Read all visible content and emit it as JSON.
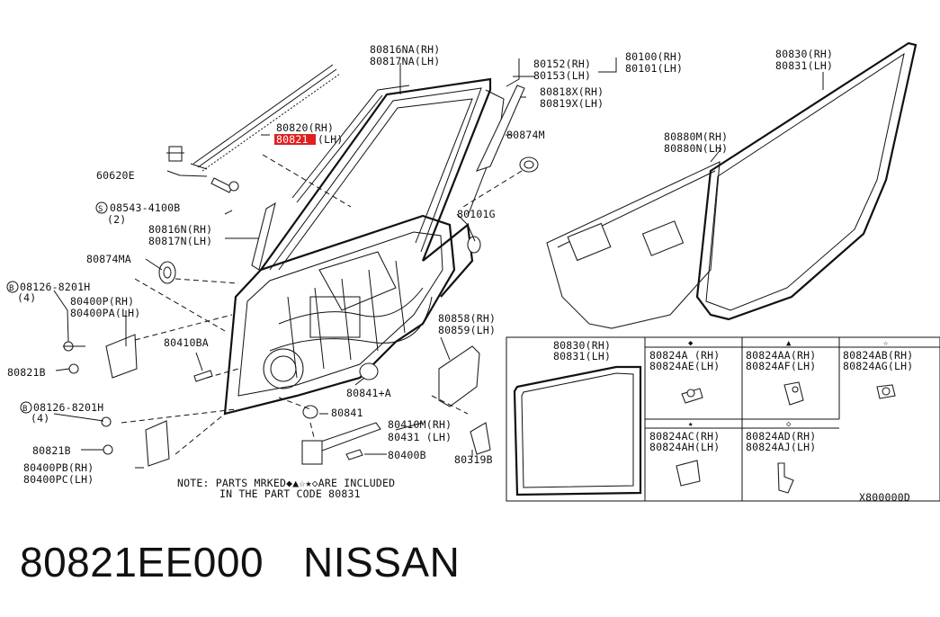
{
  "labels": {
    "l80816NA": "80816NA(RH)",
    "l80817NA": "80817NA(LH)",
    "l80152": "80152(RH)",
    "l80153": "80153(LH)",
    "l80100": "80100(RH)",
    "l80101": "80101(LH)",
    "l80818X": "80818X(RH)",
    "l80819X": "80819X(LH)",
    "l80830t": "80830(RH)",
    "l80831t": "80831(LH)",
    "l80820": "80820(RH)",
    "l80821num": "80821",
    "l80821side": "(LH)",
    "l80874M": "80874M",
    "l60620E": "60620E",
    "l08543": "08543-4100B",
    "l08543q": "(2)",
    "l80880M": "80880M(RH)",
    "l80880N": "80880N(LH)",
    "l80101G": "80101G",
    "l80816N": "80816N(RH)",
    "l80817N": "80817N(LH)",
    "l80874MA": "80874MA",
    "l08126a": "08126-8201H",
    "l08126aq": "(4)",
    "l80400P": "80400P(RH)",
    "l80400PA": "80400PA(LH)",
    "l80410BA": "80410BA",
    "l80821Ba": "80821B",
    "l80858": "80858(RH)",
    "l80859": "80859(LH)",
    "l80841A": "80841+A",
    "l08126b": "08126-8201H",
    "l08126bq": "(4)",
    "l80841": "80841",
    "l80410M": "80410M(RH)",
    "l80431": "80431 (LH)",
    "l80821Bb": "80821B",
    "l80400B": "80400B",
    "l80319B": "80319B",
    "l80400PB": "80400PB(RH)",
    "l80400PC": "80400PC(LH)",
    "noteA": "NOTE: PARTS MRKED◆▲☆★◇ARE INCLUDED",
    "noteB": "IN THE PART CODE 80831",
    "b80830": "80830(RH)",
    "b80831": "80831(LH)",
    "c1a": "80824A (RH)",
    "c1b": "80824AE(LH)",
    "c2a": "80824AA(RH)",
    "c2b": "80824AF(LH)",
    "c3a": "80824AB(RH)",
    "c3b": "80824AG(LH)",
    "c4a": "80824AC(RH)",
    "c4b": "80824AH(LH)",
    "c5a": "80824AD(RH)",
    "c5b": "80824AJ(LH)",
    "sym1": "◆",
    "sym2": "▲",
    "sym3": "☆",
    "sym4": "★",
    "sym5": "◇",
    "circS": "S",
    "circB1": "B",
    "circB2": "B",
    "diagramCode": "X800000D"
  },
  "caption": {
    "partNumber": "80821EE000",
    "brand": "NISSAN"
  },
  "colors": {
    "highlight": "#e02020",
    "line": "#111111",
    "background": "#ffffff"
  }
}
